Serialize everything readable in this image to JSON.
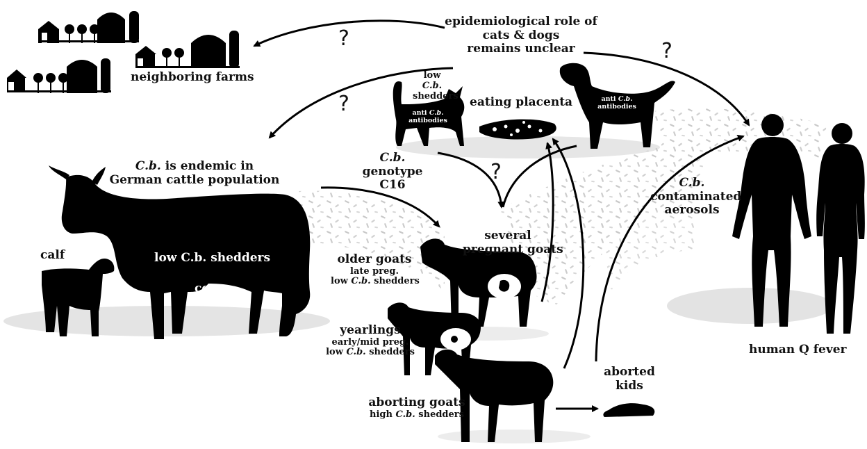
{
  "labels": {
    "epi_line1": "epidemiological role of",
    "epi_line2": "cats & dogs",
    "epi_line3": "remains unclear",
    "neighboring_farms": "neighboring farms",
    "cat_line1": "low",
    "cat_line2_italic": "C.b.",
    "cat_line3": "shedders",
    "cat_anti_1": "anti",
    "cat_anti_2_italic": "C.b.",
    "cat_anti_3": "antibodies",
    "dog_anti_1": "anti",
    "dog_anti_2_italic": "C.b.",
    "dog_anti_3": "antibodies",
    "eating_placenta": "eating placenta",
    "endemic_italic": "C.b.",
    "endemic_rest": "is endemic in",
    "endemic_line2": "German cattle population",
    "genotype_italic": "C.b.",
    "genotype_line2": "genotype",
    "genotype_line3": "C16",
    "several_line1": "several",
    "several_line2": "pregnant goats",
    "calf": "calf",
    "cow_shedders": "low C.b. shedders",
    "cow": "cow",
    "older_line1": "older goats",
    "older_line2": "late preg.",
    "older_line3_pre": "low",
    "older_line3_italic": "C.b.",
    "older_line3_post": "shedders",
    "yearlings_line1": "yearlings",
    "yearlings_line2": "early/mid preg.",
    "yearlings_line3_pre": "low",
    "yearlings_line3_italic": "C.b.",
    "yearlings_line3_post": "shedders",
    "aborting_line1": "aborting goats",
    "aborting_line2_pre": "high",
    "aborting_line2_italic": "C.b.",
    "aborting_line2_post": "shedders",
    "aborted_line1": "aborted",
    "aborted_line2": "kids",
    "aerosol_italic": "C.b.",
    "aerosol_line2": "contaminated",
    "aerosol_line3": "aerosols",
    "human_q_fever": "human Q fever",
    "question_mark": "?"
  }
}
